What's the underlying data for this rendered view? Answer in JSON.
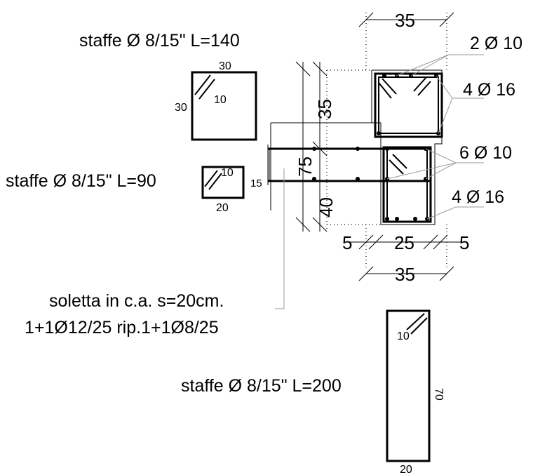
{
  "labels": {
    "stirrup_top": "staffe Ø 8/15\" L=140",
    "stirrup_mid": "staffe Ø 8/15\" L=90",
    "stirrup_bottom": "staffe Ø 8/15\" L=200",
    "slab_line1": "soletta in c.a. s=20cm.",
    "slab_line2": "1+1Ø12/25  rip.1+1Ø8/25"
  },
  "rebar": {
    "top_bars": "2 Ø 10",
    "upper_bars": "4 Ø 16",
    "middle_bars": "6 Ø 10",
    "lower_bars": "4 Ø 16"
  },
  "dimensions": {
    "width_top": "35",
    "width_bottom": "35",
    "left_cover": "5",
    "core_width": "25",
    "right_cover": "5",
    "height_total": "75",
    "height_upper": "35",
    "height_lower": "40",
    "slab_thickness": "15"
  },
  "stirrup_details": {
    "square": {
      "width": "30",
      "height": "30",
      "hook": "10"
    },
    "small": {
      "width": "20",
      "hook": "10"
    },
    "tall": {
      "width": "20",
      "height": "70",
      "hook": "10"
    }
  }
}
